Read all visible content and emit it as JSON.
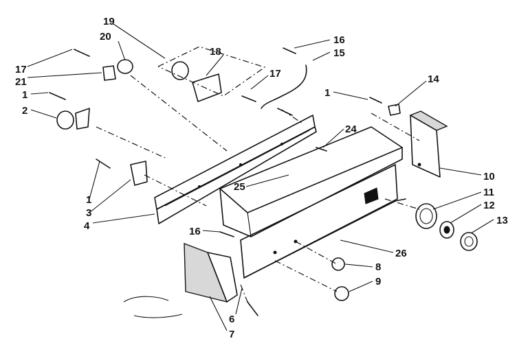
{
  "callouts": {
    "c19": "19",
    "c20": "20",
    "c18": "18",
    "c17a": "17",
    "c21": "21",
    "c1a": "1",
    "c2": "2",
    "c16a": "16",
    "c15": "15",
    "c17b": "17",
    "c1b": "1",
    "c14": "14",
    "c24": "24",
    "c25": "25",
    "c10": "10",
    "c11": "11",
    "c12": "12",
    "c13": "13",
    "c1c": "1",
    "c3": "3",
    "c4": "4",
    "c16b": "16",
    "c26": "26",
    "c8": "8",
    "c9": "9",
    "c6": "6",
    "c7": "7"
  }
}
